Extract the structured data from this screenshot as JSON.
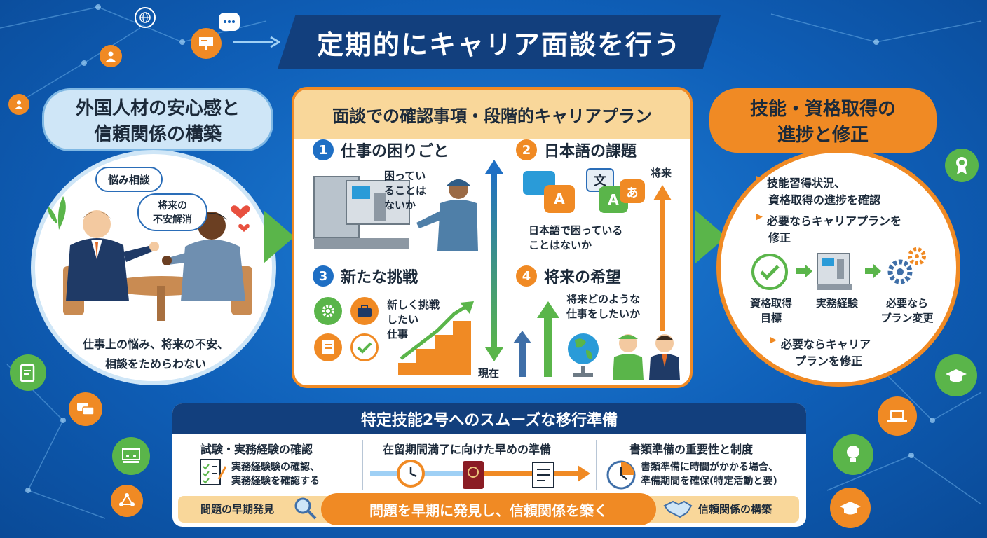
{
  "title": "定期的にキャリア面談を行う",
  "left": {
    "heading_line1": "外国人材の安心感と",
    "heading_line2": "信頼関係の構築",
    "bubble1": "悩み相談",
    "bubble2_line1": "将来の",
    "bubble2_line2": "不安解消",
    "caption_line1": "仕事上の悩み、将来の不安、",
    "caption_line2": "相談をためらわない"
  },
  "center": {
    "heading": "面談での確認事項・段階的キャリアプラン",
    "items": [
      {
        "num": "1",
        "label": "仕事の困りごと",
        "note_line1": "困ってい",
        "note_line2": "ることは",
        "note_line3": "ないか"
      },
      {
        "num": "2",
        "label": "日本語の課題",
        "note_line1": "日本語で困っている",
        "note_line2": "ことはないか",
        "glyph1": "A",
        "glyph2": "文",
        "glyph3": "A",
        "glyph4": "あ"
      },
      {
        "num": "3",
        "label": "新たな挑戦",
        "note_line1": "新しく挑戦",
        "note_line2": "したい",
        "note_line3": "仕事"
      },
      {
        "num": "4",
        "label": "将来の希望",
        "note_line1": "将来どのような",
        "note_line2": "仕事をしたいか"
      }
    ],
    "future_label": "将来",
    "present_label": "現在"
  },
  "right": {
    "heading_line1": "技能・資格取得の",
    "heading_line2": "進捗と修正",
    "bullet1_line1": "技能習得状況、",
    "bullet1_line2": "資格取得の進捗を確認",
    "bullet2_line1": "必要ならキャリアプランを",
    "bullet2_line2": "修正",
    "flow": [
      {
        "line1": "資格取得",
        "line2": "目標"
      },
      {
        "line1": "実務経験",
        "line2": ""
      },
      {
        "line1": "必要なら",
        "line2": "プラン変更"
      }
    ],
    "bullet3_line1": "必要ならキャリア",
    "bullet3_line2": "プランを修正"
  },
  "bottom": {
    "heading": "特定技能2号へのスムーズな移行準備",
    "col1": {
      "title": "試験・実務経験の確認",
      "line1": "実務経験験の確認、",
      "line2": "実務経験を確認する"
    },
    "col2": {
      "title": "在留期間満了に向けた早めの準備"
    },
    "col3": {
      "title": "書類準備の重要性と制度",
      "line1": "書類準備に時間がかかる場合、",
      "line2": "準備期間を確保(特定活動と要)"
    },
    "footer_left": "問題の早期発見",
    "footer_center": "問題を早期に発見し、信頼関係を築く",
    "footer_right": "信頼関係の構築"
  },
  "colors": {
    "blue": "#0f5fb8",
    "navy": "#123f7d",
    "orange": "#f08a24",
    "green": "#5ab54a",
    "light_blue": "#cfe6f7"
  },
  "icons": [
    "presentation-icon",
    "chat-icon",
    "globe-icon",
    "user-icon",
    "clipboard-icon",
    "certificate-icon",
    "graduation-cap-icon",
    "laptop-icon",
    "lightbulb-icon",
    "network-icon",
    "calendar-icon"
  ]
}
